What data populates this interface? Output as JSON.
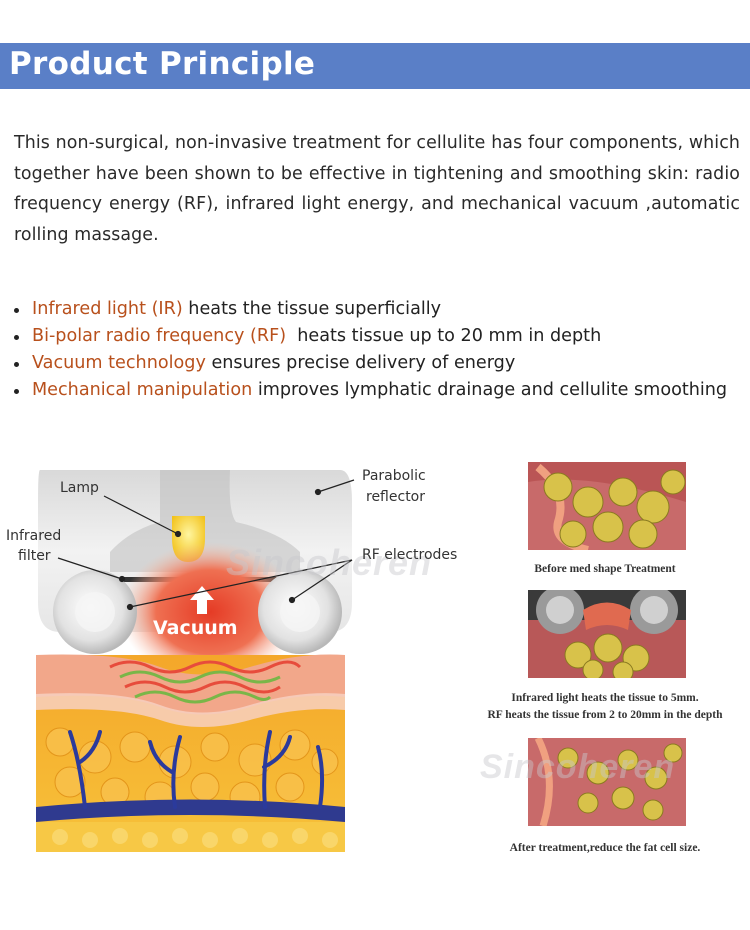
{
  "header": {
    "title": "Product Principle"
  },
  "intro": "This non-surgical, non-invasive treatment for cellulite has four components, which together have been shown to be effective in tightening and smoothing skin: radio frequency energy (RF), infrared light energy, and mechanical vacuum ,automatic rolling massage.",
  "bullets": [
    {
      "highlight": "Infrared light (IR)",
      "text": " heats the tissue superficially"
    },
    {
      "highlight": "Bi-polar radio frequency (RF)",
      "text": "  heats tissue up to 20 mm in depth"
    },
    {
      "highlight": "Vacuum technology",
      "text": " ensures precise delivery of energy"
    },
    {
      "highlight": "Mechanical manipulation",
      "text": " improves lymphatic drainage and cellulite smoothing"
    }
  ],
  "diagram": {
    "labels": {
      "lamp": "Lamp",
      "reflector_line1": "Parabolic",
      "reflector_line2": "reflector",
      "filter_line1": "Infrared",
      "filter_line2": "filter",
      "rf": "RF electrodes",
      "vacuum": "Vacuum"
    },
    "watermark": "Sincoheren"
  },
  "panels": {
    "captions": [
      "Before med shape Treatment",
      "Infrared light heats the tissue to 5mm.",
      "RF heats the tissue from 2 to 20mm in the depth",
      "After treatment,reduce the fat cell size."
    ],
    "watermark": "Sincoheren"
  },
  "colors": {
    "header_bg": "#5a7fc7",
    "highlight": "#b8501c"
  }
}
